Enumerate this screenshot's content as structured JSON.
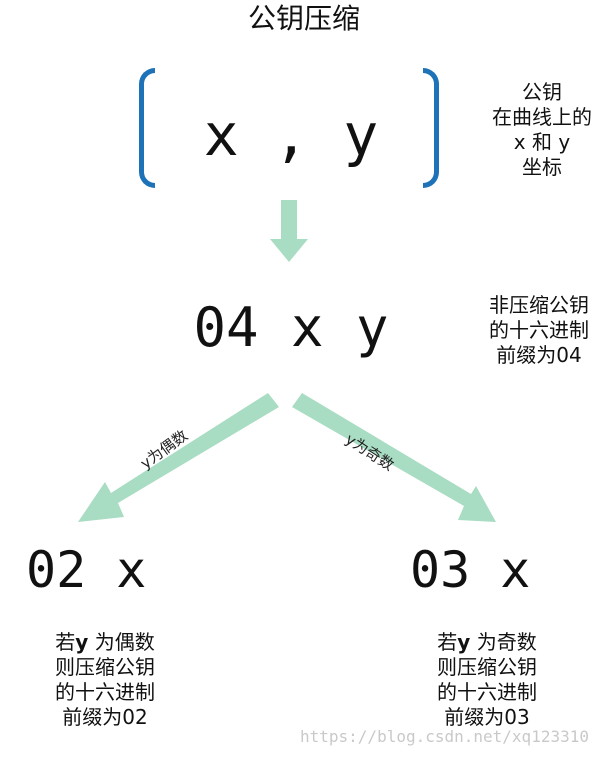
{
  "title": "公钥压缩",
  "public_key": {
    "text": "x , y",
    "note_lines": [
      "公钥",
      "在曲线上的",
      "x 和 y",
      "坐标"
    ]
  },
  "uncompressed": {
    "text": "04 x y",
    "note_lines": [
      "非压缩公钥",
      "的十六进制",
      "前缀为04"
    ]
  },
  "branches": {
    "left_label": "y为偶数",
    "right_label": "y为奇数"
  },
  "even": {
    "text": "02 x",
    "note_prefix": "若",
    "note_var": "y",
    "note_suffix": " 为偶数",
    "note_lines": [
      "则压缩公钥",
      "的十六进制",
      "前缀为02"
    ]
  },
  "odd": {
    "text": "03 x",
    "note_prefix": "若",
    "note_var": "y",
    "note_suffix": " 为奇数",
    "note_lines": [
      "则压缩公钥",
      "的十六进制",
      "前缀为03"
    ]
  },
  "watermark": "https://blog.csdn.net/xq123310",
  "colors": {
    "bracket": "#1e73b8",
    "arrow": "#a8dcc3",
    "text": "#111111"
  }
}
